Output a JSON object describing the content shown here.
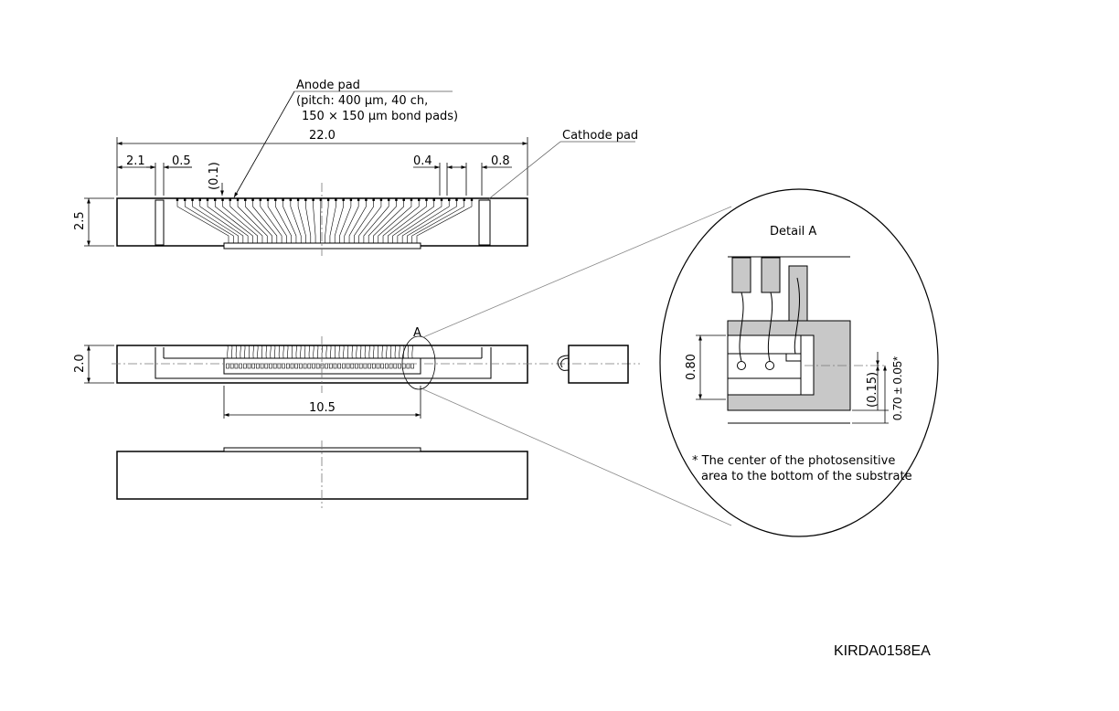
{
  "callouts": {
    "anode_line1": "Anode pad",
    "anode_line2": "(pitch: 400 µm, 40 ch,",
    "anode_line3": "150 × 150 µm bond pads)",
    "cathode": "Cathode pad",
    "detail_marker": "A"
  },
  "dimensions": {
    "overall_width": "22.0",
    "left_margin": "2.1",
    "left_pad": "0.5",
    "pad_clearance": "(0.1)",
    "right_gap": "0.4",
    "right_pad": "0.8",
    "top_height": "2.5",
    "side_height": "2.0",
    "array_width": "10.5"
  },
  "detail": {
    "title": "Detail A",
    "height_dim": "0.80",
    "center_offset": "(0.15)",
    "center_height": "0.70 ± 0.05*",
    "note_line1": "* The center of the photosensitive",
    "note_line2": "area to the bottom of the substrate"
  },
  "drawing_code": "KIRDA0158EA"
}
